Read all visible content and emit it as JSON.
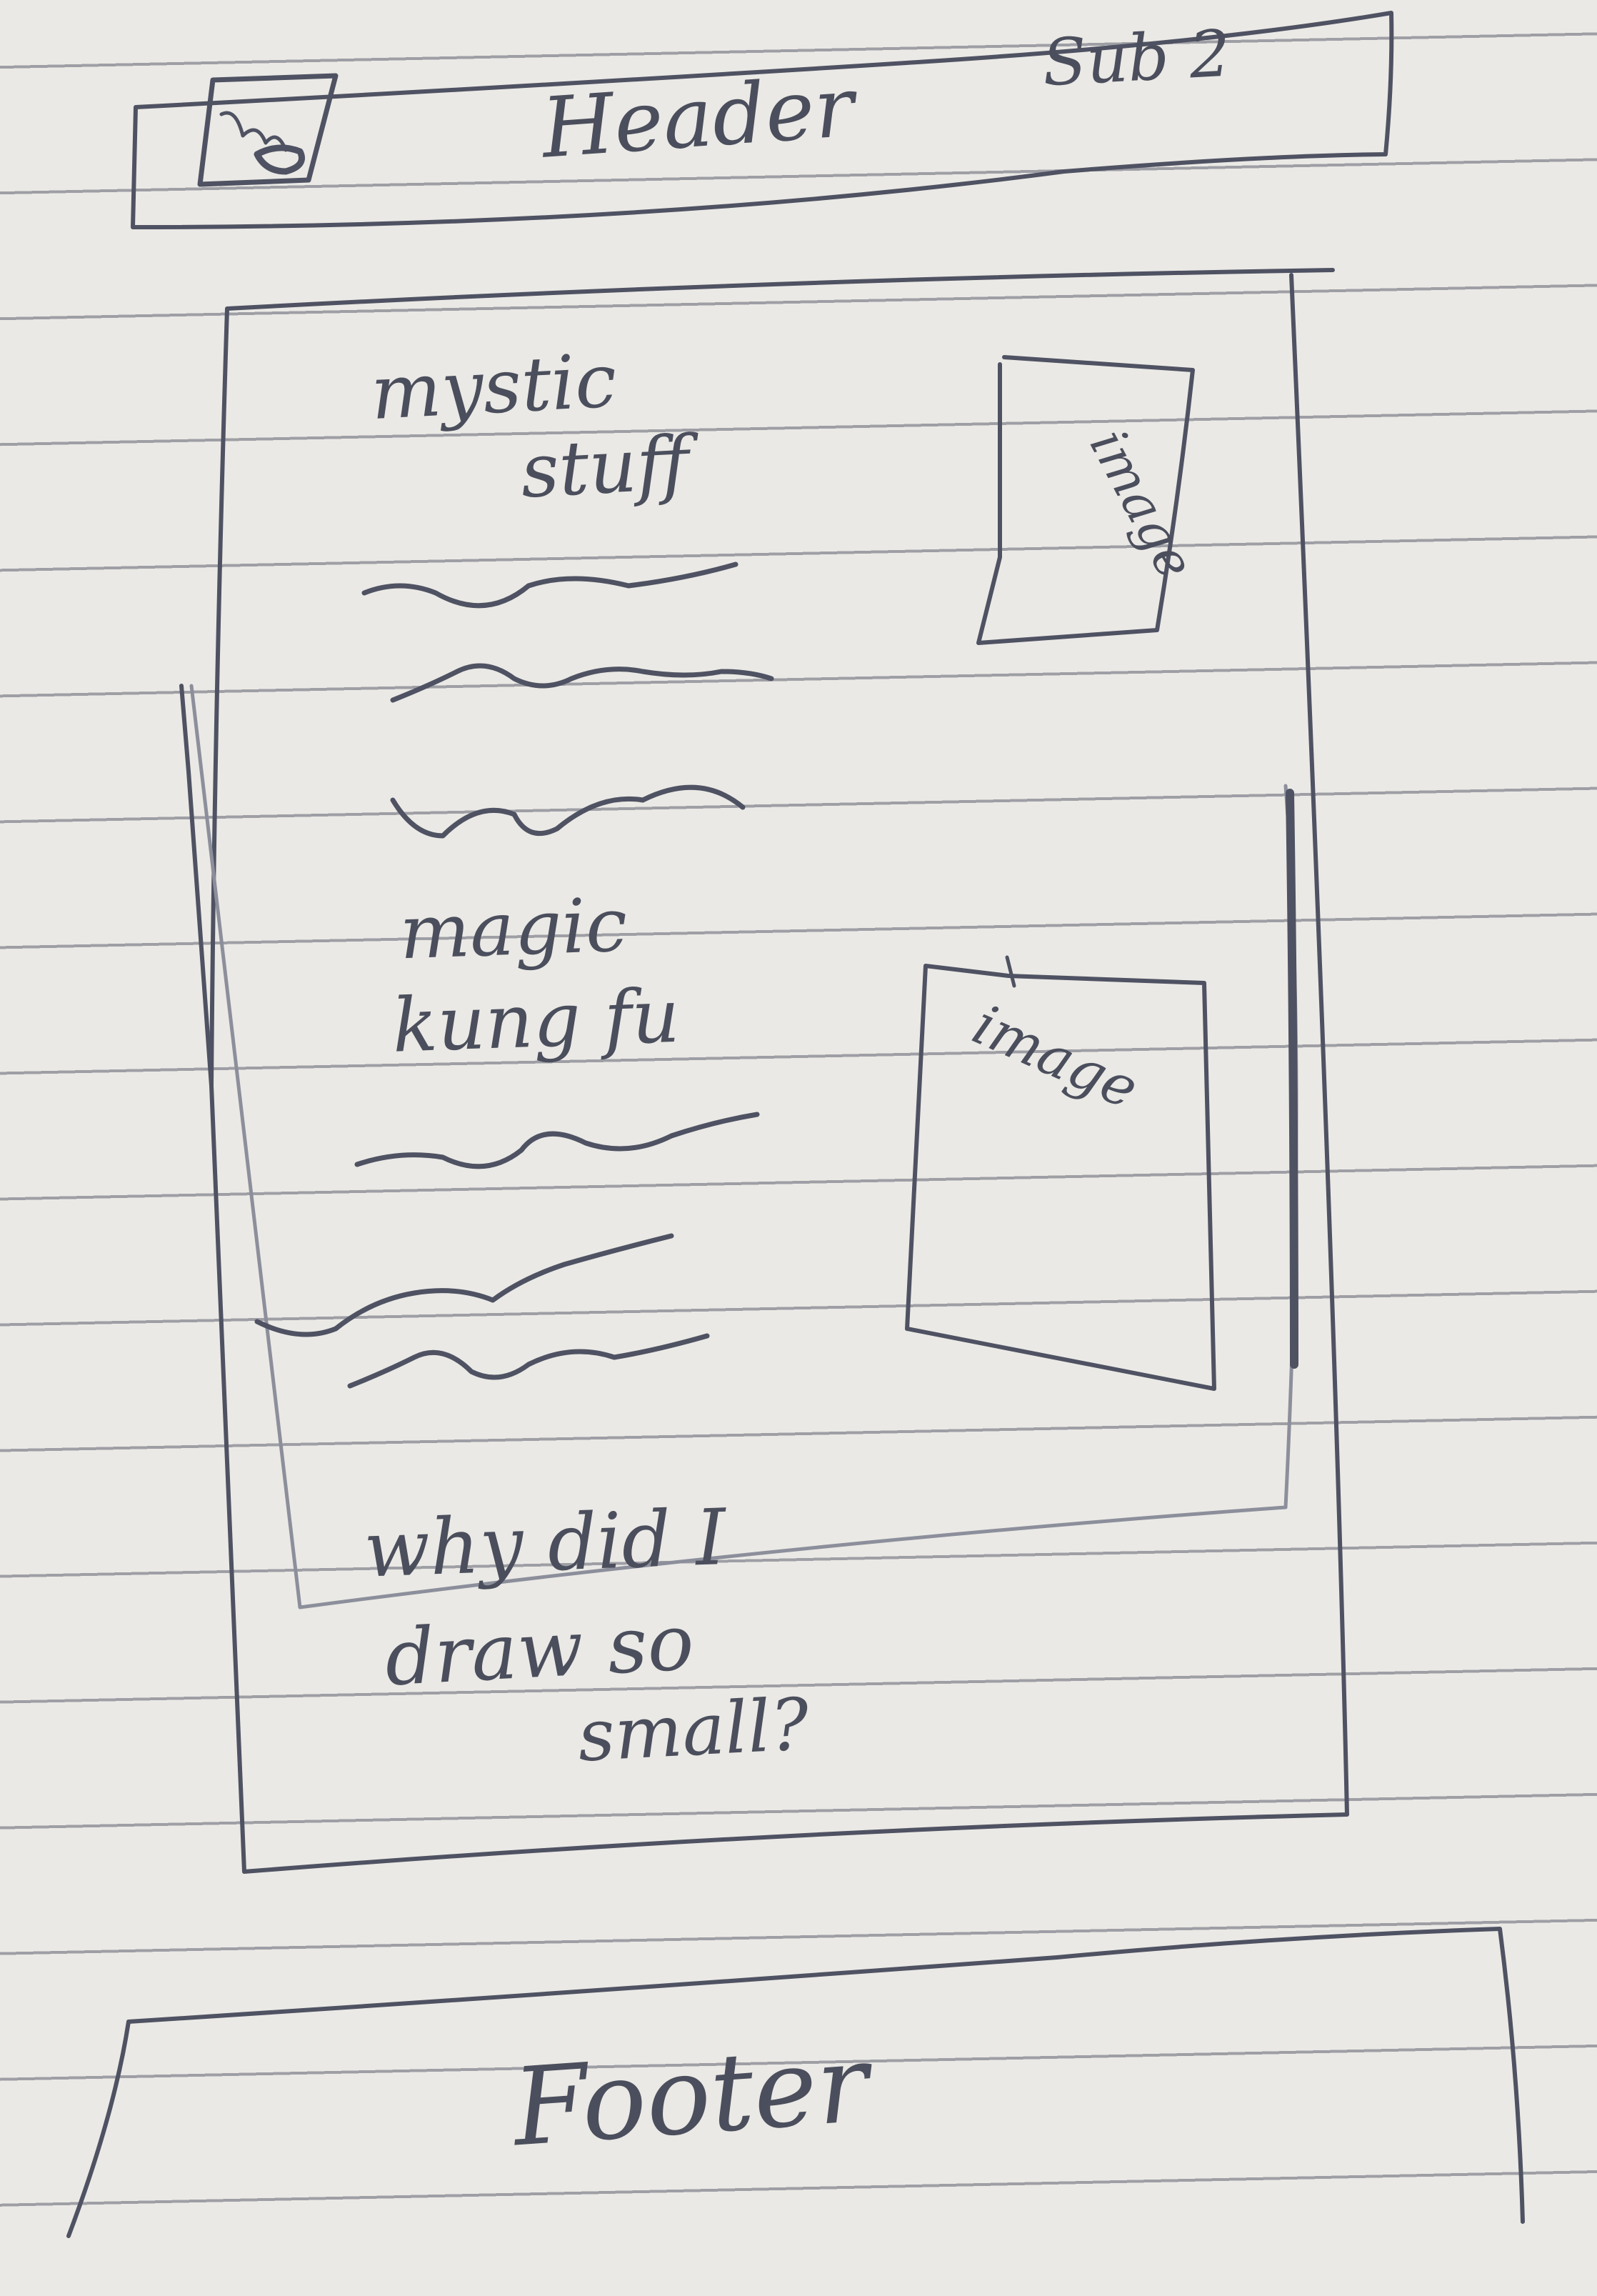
{
  "header": {
    "title": "Header",
    "sub_link": "Sub 2",
    "logo_icon": "logo-icon"
  },
  "main": {
    "sections": [
      {
        "heading_line1": "mystic",
        "heading_line2": "stuff",
        "image_label": "image"
      },
      {
        "heading_line1": "magic",
        "heading_line2": "kung fu",
        "image_label": "image"
      }
    ],
    "closing_line1": "why did I",
    "closing_line2": "draw so",
    "closing_line3": "small?"
  },
  "footer": {
    "label": "Footer"
  }
}
